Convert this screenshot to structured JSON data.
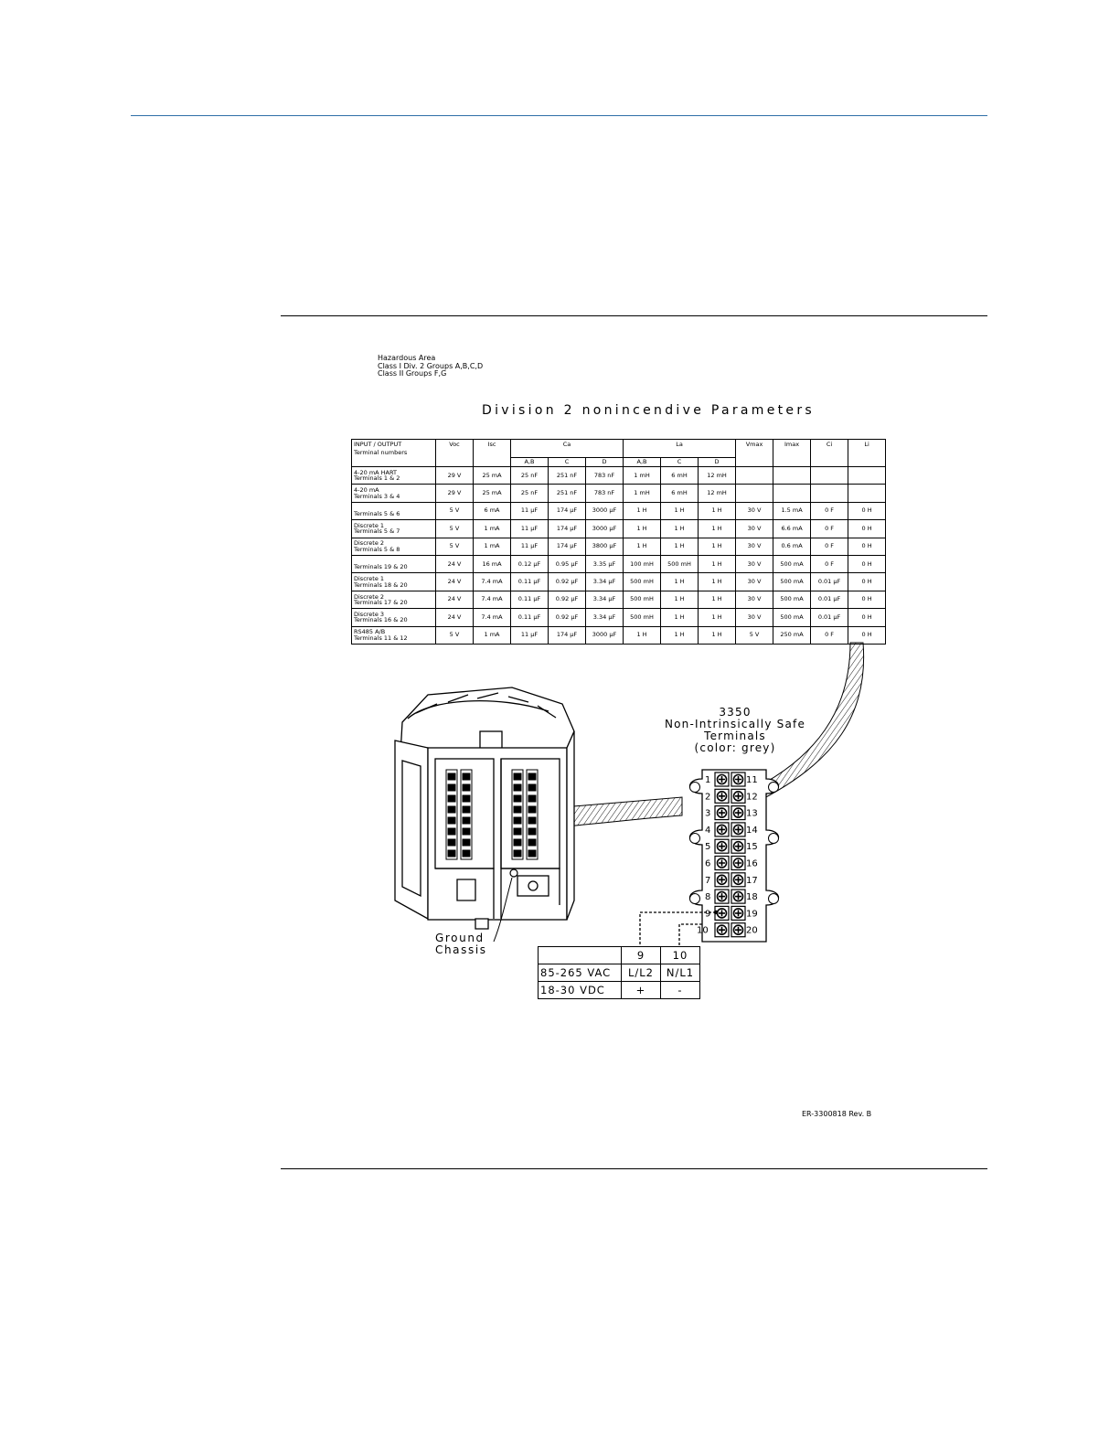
{
  "hazardous_area": {
    "lines": [
      "Hazardous Area",
      "Class I Div. 2 Groups A,B,C,D",
      "Class II Groups F,G"
    ]
  },
  "table_title": "Division 2 nonincendive Parameters",
  "params_table": {
    "header_io": "INPUT / OUTPUT",
    "header_terminal_numbers": "Terminal numbers",
    "header_voc": "Voc",
    "header_isc": "Isc",
    "header_ca": "Ca",
    "header_la": "La",
    "header_vmax": "Vmax",
    "header_imax": "Imax",
    "header_ci": "Ci",
    "header_li": "Li",
    "sub_ca": [
      "A,B",
      "C",
      "D"
    ],
    "sub_la": [
      "A,B",
      "C",
      "D"
    ],
    "rows": [
      {
        "label1": "4-20 mA HART",
        "label2": "Terminals 1 & 2",
        "cells": [
          "29 V",
          "25 mA",
          "25 nF",
          "251 nF",
          "783 nF",
          "1 mH",
          "6 mH",
          "12 mH",
          "",
          "",
          "",
          ""
        ]
      },
      {
        "label1": "4-20 mA",
        "label2": "Terminals 3 & 4",
        "cells": [
          "29 V",
          "25 mA",
          "25 nF",
          "251 nF",
          "783 nF",
          "1 mH",
          "6 mH",
          "12 mH",
          "",
          "",
          "",
          ""
        ]
      },
      {
        "label1": "",
        "label2": "Terminals 5 & 6",
        "cells": [
          "5 V",
          "6 mA",
          "11 µF",
          "174 µF",
          "3000 µF",
          "1 H",
          "1 H",
          "1 H",
          "30 V",
          "1.5 mA",
          "0 F",
          "0 H"
        ]
      },
      {
        "label1": "Discrete 1",
        "label2": "Terminals 5 & 7",
        "cells": [
          "5 V",
          "1 mA",
          "11 µF",
          "174 µF",
          "3000 µF",
          "1 H",
          "1 H",
          "1 H",
          "30 V",
          "6.6 mA",
          "0 F",
          "0 H"
        ]
      },
      {
        "label1": "Discrete 2",
        "label2": "Terminals 5 & 8",
        "cells": [
          "5 V",
          "1 mA",
          "11 µF",
          "174 µF",
          "3800 µF",
          "1 H",
          "1 H",
          "1 H",
          "30 V",
          "0.6 mA",
          "0 F",
          "0 H"
        ]
      },
      {
        "label1": "",
        "label2": "Terminals 19 & 20",
        "cells": [
          "24 V",
          "16 mA",
          "0.12 µF",
          "0.95 µF",
          "3.35 µF",
          "100 mH",
          "500 mH",
          "1 H",
          "30 V",
          "500 mA",
          "0 F",
          "0 H"
        ]
      },
      {
        "label1": "Discrete 1",
        "label2": "Terminals 18 & 20",
        "cells": [
          "24 V",
          "7.4 mA",
          "0.11 µF",
          "0.92 µF",
          "3.34 µF",
          "500 mH",
          "1 H",
          "1 H",
          "30 V",
          "500 mA",
          "0.01 µF",
          "0 H"
        ]
      },
      {
        "label1": "Discrete 2",
        "label2": "Terminals 17 & 20",
        "cells": [
          "24 V",
          "7.4 mA",
          "0.11 µF",
          "0.92 µF",
          "3.34 µF",
          "500 mH",
          "1 H",
          "1 H",
          "30 V",
          "500 mA",
          "0.01 µF",
          "0 H"
        ]
      },
      {
        "label1": "Discrete 3",
        "label2": "Terminals 16 & 20",
        "cells": [
          "24 V",
          "7.4 mA",
          "0.11 µF",
          "0.92 µF",
          "3.34 µF",
          "500 mH",
          "1 H",
          "1 H",
          "30 V",
          "500 mA",
          "0.01 µF",
          "0 H"
        ]
      },
      {
        "label1": "RS485 A/B",
        "label2": "Terminals 11 & 12",
        "cells": [
          "5 V",
          "1 mA",
          "11 µF",
          "174 µF",
          "3000 µF",
          "1 H",
          "1 H",
          "1 H",
          "5 V",
          "250 mA",
          "0 F",
          "0 H"
        ]
      }
    ]
  },
  "terminal_block": {
    "label_lines": [
      "3350",
      "Non-Intrinsically Safe",
      "Terminals",
      "(color: grey)"
    ],
    "left_numbers": [
      "1",
      "2",
      "3",
      "4",
      "5",
      "6",
      "7",
      "8",
      "9",
      "10"
    ],
    "right_numbers": [
      "11",
      "12",
      "13",
      "14",
      "15",
      "16",
      "17",
      "18",
      "19",
      "20"
    ]
  },
  "ground_label": [
    "Ground",
    "Chassis"
  ],
  "power_table": {
    "col_headers": [
      "9",
      "10"
    ],
    "rows": [
      {
        "label": "85-265 VAC",
        "c9": "L/L2",
        "c10": "N/L1"
      },
      {
        "label": "18-30 VDC",
        "c9": "+",
        "c10": "-"
      }
    ]
  },
  "drawing_number": "ER-3300818 Rev. B",
  "colors": {
    "header_rule": "#2f6fa8"
  }
}
